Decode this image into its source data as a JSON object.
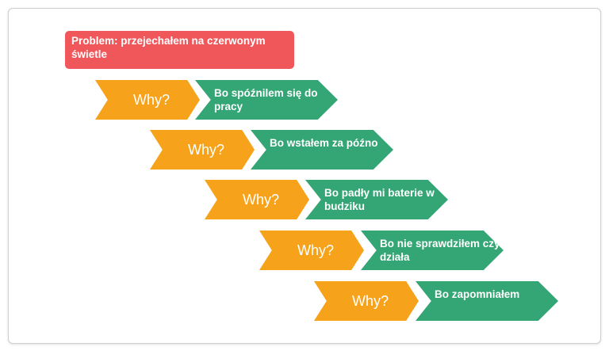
{
  "problem": "Problem: przejechałem na czerwonym świetle",
  "steps": [
    {
      "why": "Why?",
      "because": "Bo spóźnilem się do pracy"
    },
    {
      "why": "Why?",
      "because": "Bo wstałem za późno"
    },
    {
      "why": "Why?",
      "because": "Bo padły mi baterie w budziku"
    },
    {
      "why": "Why?",
      "because": "Bo nie sprawdziłem czy działa"
    },
    {
      "why": "Why?",
      "because": "Bo zapomniałem"
    }
  ],
  "colors": {
    "problem": "#f0575b",
    "why": "#f7a21b",
    "because": "#34a574"
  }
}
